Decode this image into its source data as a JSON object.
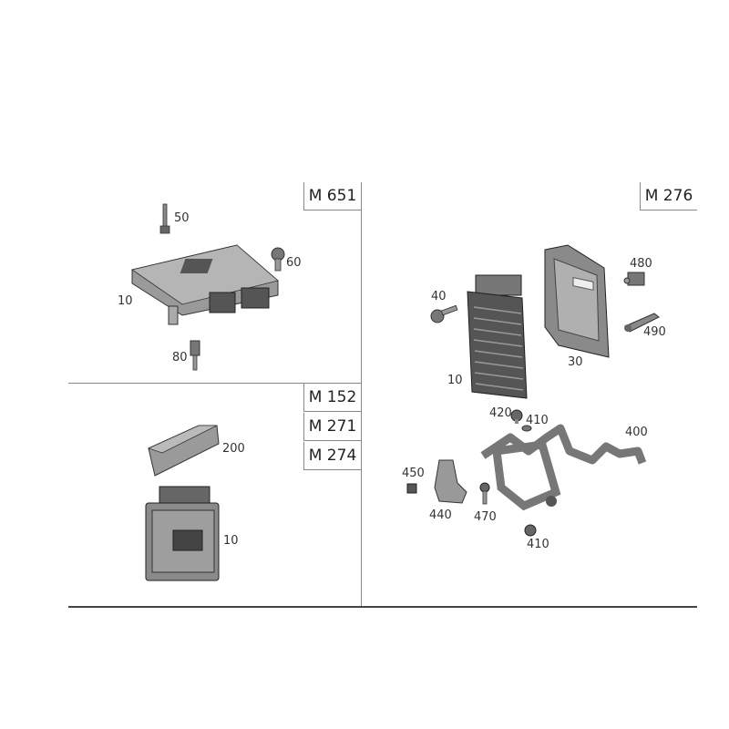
{
  "engine_codes": {
    "m651": "M 651",
    "m276": "M 276",
    "m152": "M 152",
    "m271": "M 271",
    "m274": "M 274"
  },
  "m651_parts": {
    "p50": "50",
    "p60": "60",
    "p10": "10",
    "p80": "80"
  },
  "m152_parts": {
    "p200": "200",
    "p10": "10"
  },
  "m276_parts": {
    "p40": "40",
    "p10": "10",
    "p30": "30",
    "p480": "480",
    "p490": "490",
    "p420": "420",
    "p410a": "410",
    "p400": "400",
    "p450": "450",
    "p440": "440",
    "p470": "470",
    "p410b": "410"
  }
}
